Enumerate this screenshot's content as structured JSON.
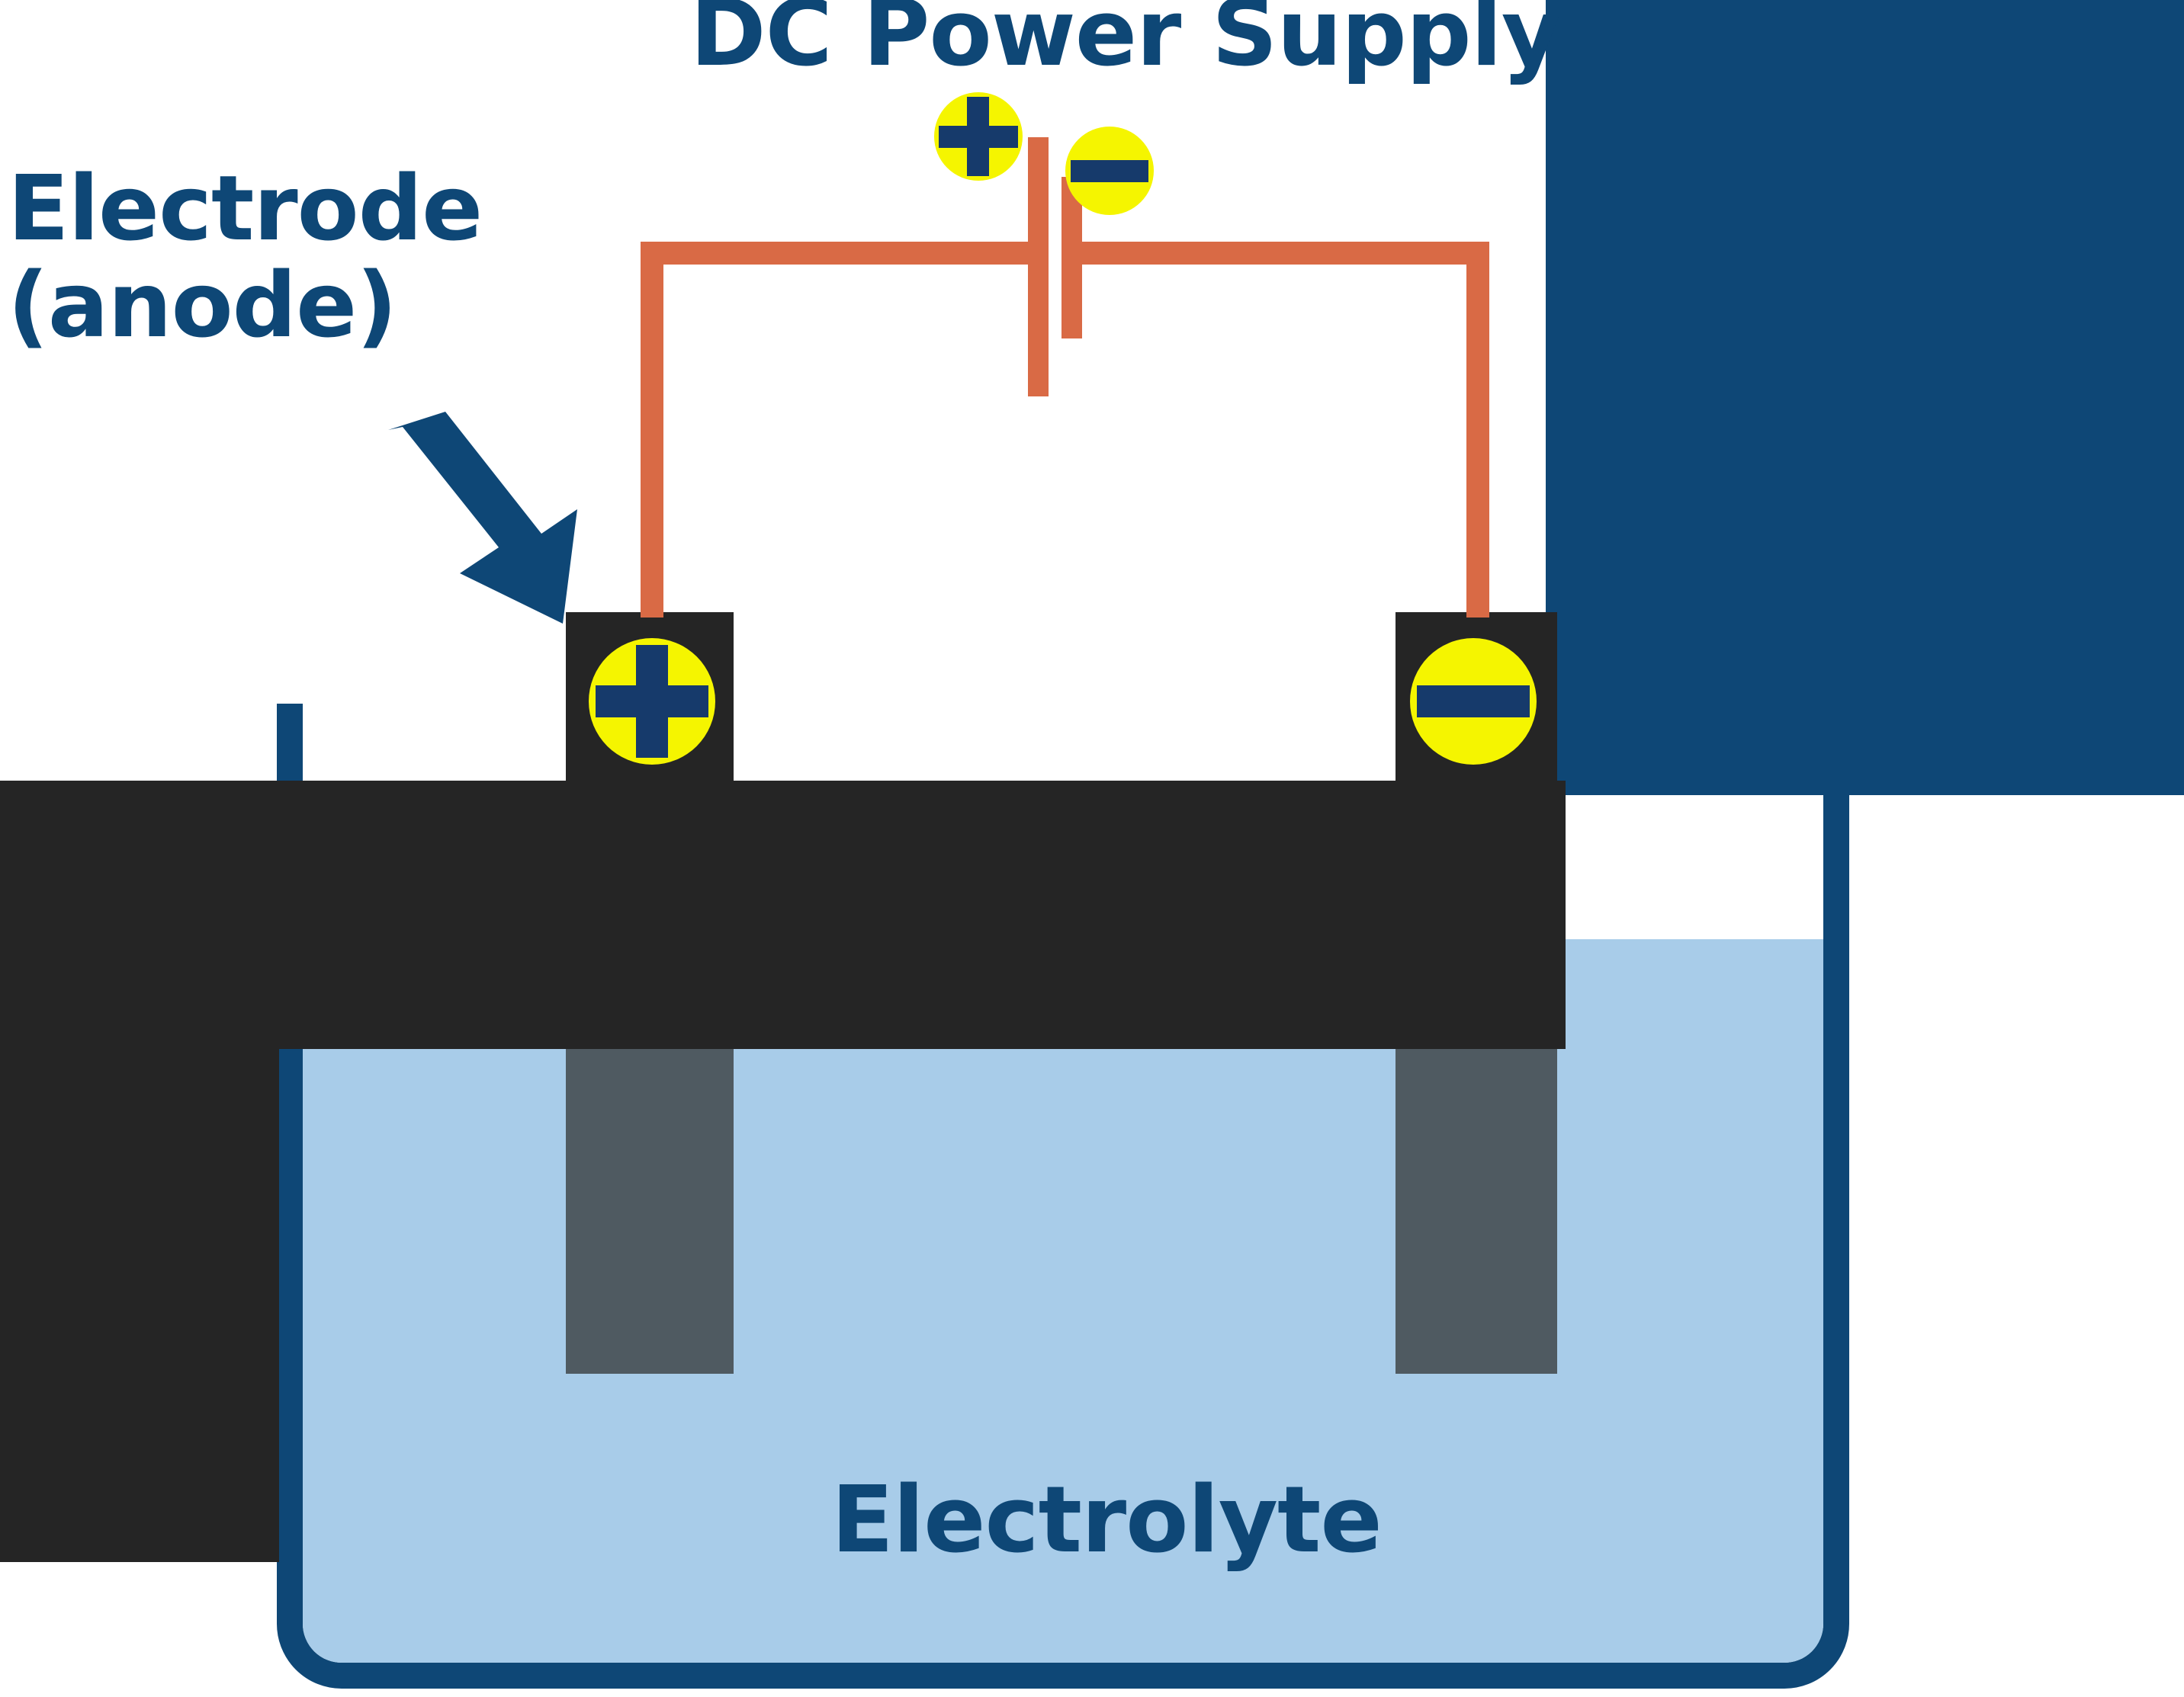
{
  "diagram": {
    "kind": "electrolysis-cell",
    "title": "DC Power Supply",
    "labels": {
      "power_supply": "DC Power Supply",
      "electrode_anode": "Electrode\n(anode)",
      "electrolyte": "Electrolyte"
    },
    "symbols": {
      "battery_positive": "+",
      "battery_negative": "−",
      "anode_badge": "+",
      "cathode_badge": "−"
    },
    "colors": {
      "brand_blue": "#0E4776",
      "wire_orange": "#D96A45",
      "badge_yellow": "#F5F500",
      "badge_sign": "#163A6B",
      "electrode_dark": "#252525",
      "electrode_submerged": "#4F5A61",
      "electrolyte_fill": "#A8CCE9",
      "beaker_wall": "#0E4776",
      "background": "#FFFFFF"
    },
    "parts": [
      "dc-power-supply-battery",
      "positive-wire",
      "negative-wire",
      "anode-electrode",
      "cathode-electrode",
      "electrolyte-bath",
      "beaker",
      "workpiece-bar",
      "callout-arrow"
    ]
  }
}
